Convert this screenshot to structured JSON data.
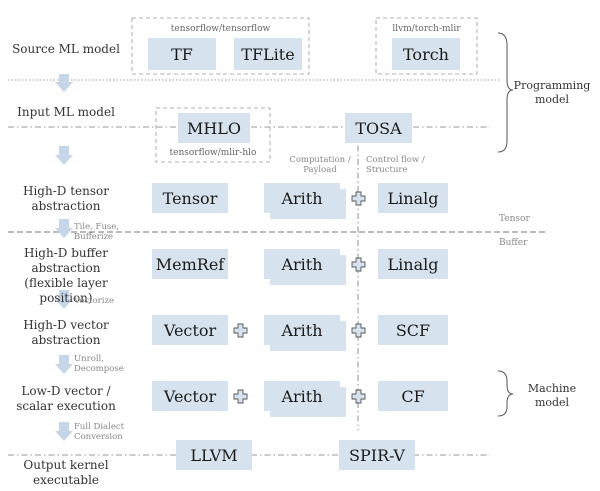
{
  "layers": {
    "source": "Source ML model",
    "input": "Input ML model",
    "tensor": "High-D tensor\nabstraction",
    "buffer": "High-D buffer\nabstraction\n(flexible layer position)",
    "vector": "High-D vector\nabstraction",
    "lowd": "Low-D vector /\nscalar execution",
    "output": "Output kernel\nexecutable"
  },
  "boxes": {
    "tf": "TF",
    "tflite": "TFLite",
    "torch": "Torch",
    "mhlo": "MHLO",
    "tosa": "TOSA",
    "tensor": "Tensor",
    "arith1": "Arith",
    "linalg1": "Linalg",
    "memref": "MemRef",
    "arith2": "Arith",
    "linalg2": "Linalg",
    "vector1": "Vector",
    "arith3": "Arith",
    "scf": "SCF",
    "vector2": "Vector",
    "arith4": "Arith",
    "cf": "CF",
    "llvm": "LLVM",
    "spirv": "SPIR-V"
  },
  "sources": {
    "tensorflow": "tensorflow/tensorflow",
    "torch_mlir": "llvm/torch-mlir",
    "mlir_hlo": "tensorflow/mlir-hlo"
  },
  "columns": {
    "computation": "Computation /\nPayload",
    "control": "Control flow /\nStructure"
  },
  "transitions": {
    "tile": "Tile, Fuse,\nBufferize",
    "vectorize": "Vectorize",
    "unroll": "Unroll,\nDecompose",
    "full": "Full Dialect\nConversion"
  },
  "regions": {
    "tensor": "Tensor",
    "buffer": "Buffer"
  },
  "braces": {
    "programming": "Programming\nmodel",
    "machine": "Machine\nmodel"
  },
  "colors": {
    "box": "#d6e3ef",
    "arrow": "#c5d6e8",
    "line": "#777777",
    "plus_fill": "#d6e3ef",
    "plus_stroke": "#555555"
  }
}
